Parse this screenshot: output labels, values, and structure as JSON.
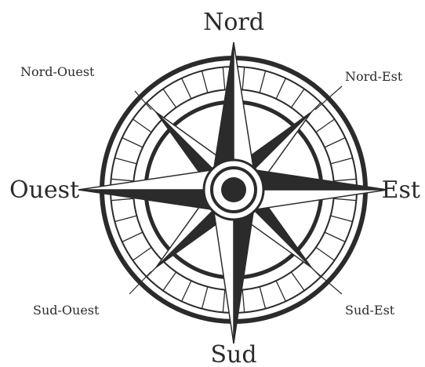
{
  "labels": {
    "north": "Nord",
    "south": "Sud",
    "east": "Est",
    "west": "Ouest",
    "northeast": "Nord-Est",
    "northwest": "Nord-Ouest",
    "southeast": "Sud-Est",
    "southwest": "Sud-Ouest"
  },
  "colors": {
    "ink": "#2b2b2b",
    "paper": "#ffffff"
  }
}
